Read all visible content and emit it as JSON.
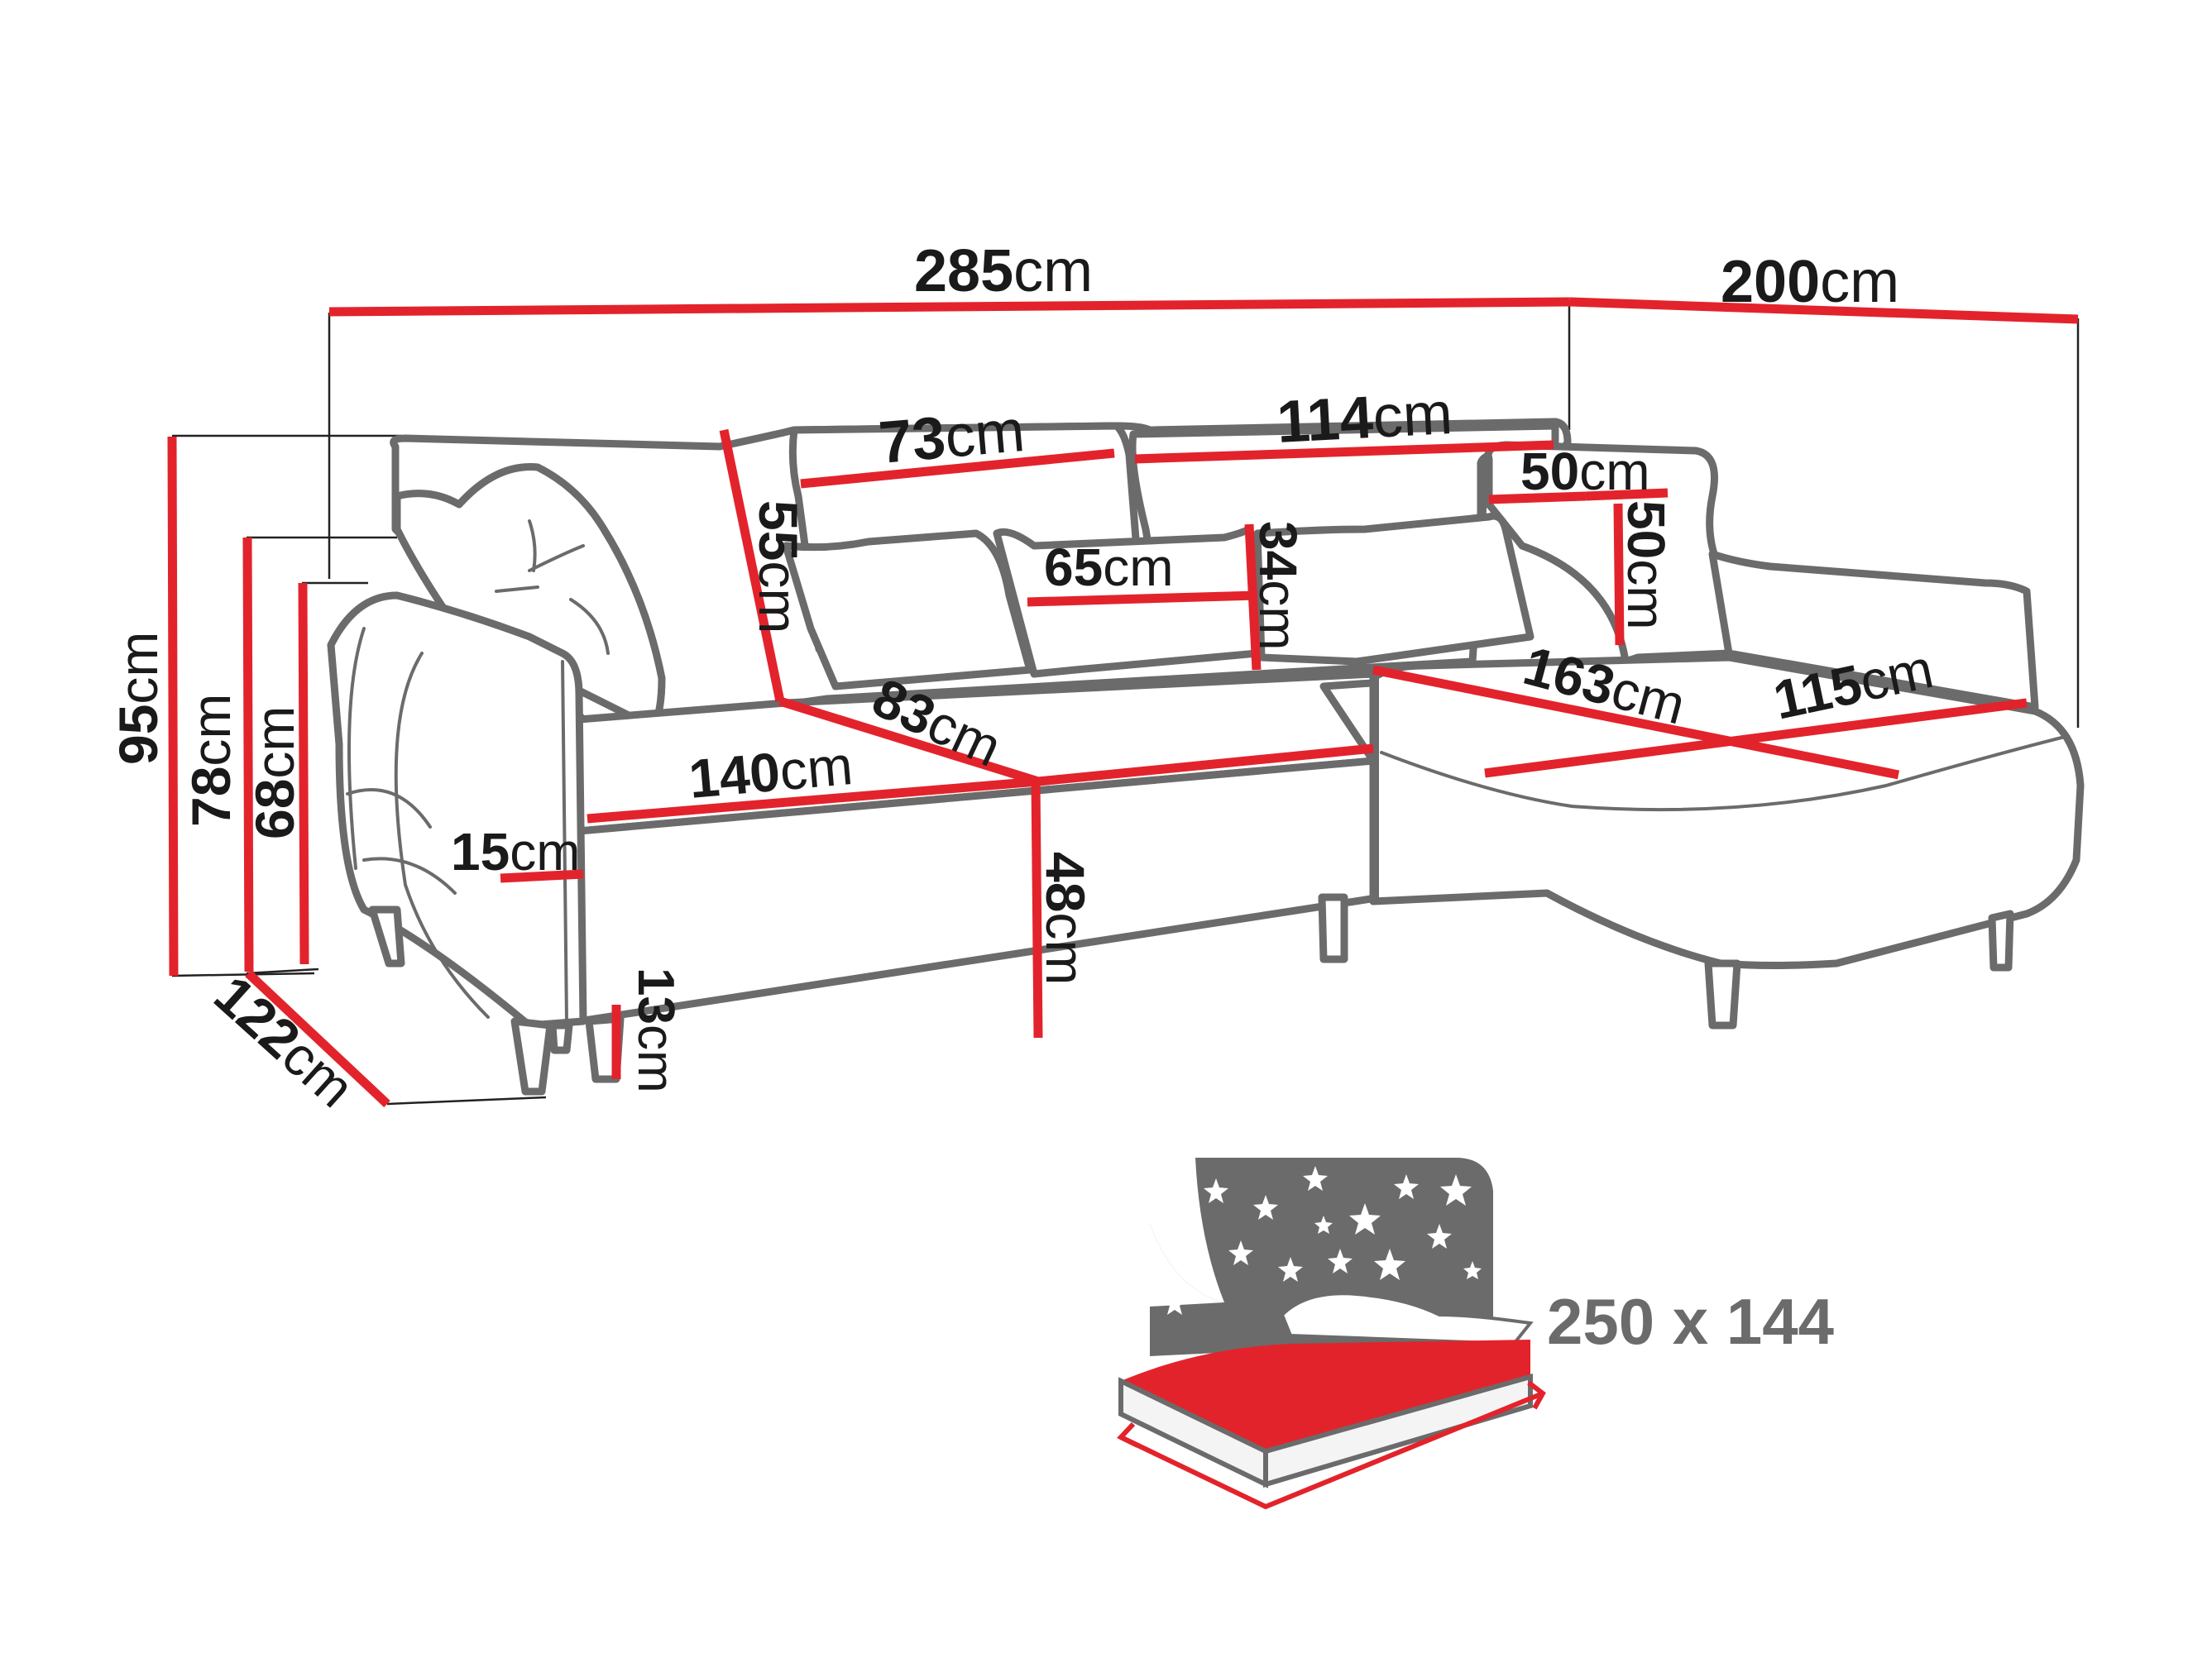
{
  "diagram": {
    "subject": "corner sofa bed dimension drawing",
    "unit": "cm",
    "colors": {
      "dimension_line": "#e3232b",
      "outline": "#6b6b6b",
      "text": "#1a1a1a",
      "bed_icon_gray": "#6b6b6b",
      "bed_icon_red": "#e3232b"
    },
    "dimensions": {
      "total_width": {
        "value": "285",
        "unit": "cm"
      },
      "chaise_width": {
        "value": "200",
        "unit": "cm"
      },
      "back_cushion_width": {
        "value": "73",
        "unit": "cm"
      },
      "back_cushion_wide": {
        "value": "114",
        "unit": "cm"
      },
      "square_pillow_w": {
        "value": "50",
        "unit": "cm"
      },
      "square_pillow_h": {
        "value": "50",
        "unit": "cm"
      },
      "backrest_height": {
        "value": "55",
        "unit": "cm"
      },
      "lumbar_pillow_w": {
        "value": "65",
        "unit": "cm"
      },
      "lumbar_pillow_h": {
        "value": "34",
        "unit": "cm"
      },
      "seat_depth": {
        "value": "83",
        "unit": "cm"
      },
      "seat_width": {
        "value": "140",
        "unit": "cm"
      },
      "chaise_length": {
        "value": "163",
        "unit": "cm"
      },
      "chaise_depth": {
        "value": "115",
        "unit": "cm"
      },
      "total_height": {
        "value": "95",
        "unit": "cm"
      },
      "back_height": {
        "value": "78",
        "unit": "cm"
      },
      "armrest_height": {
        "value": "68",
        "unit": "cm"
      },
      "armrest_width": {
        "value": "15",
        "unit": "cm"
      },
      "seat_height": {
        "value": "48",
        "unit": "cm"
      },
      "leg_height": {
        "value": "13",
        "unit": "cm"
      },
      "total_depth": {
        "value": "122",
        "unit": "cm"
      }
    },
    "bed_icon": {
      "icon": "bed-with-night-sky-icon",
      "sleeping_area": "250 x 144"
    }
  }
}
